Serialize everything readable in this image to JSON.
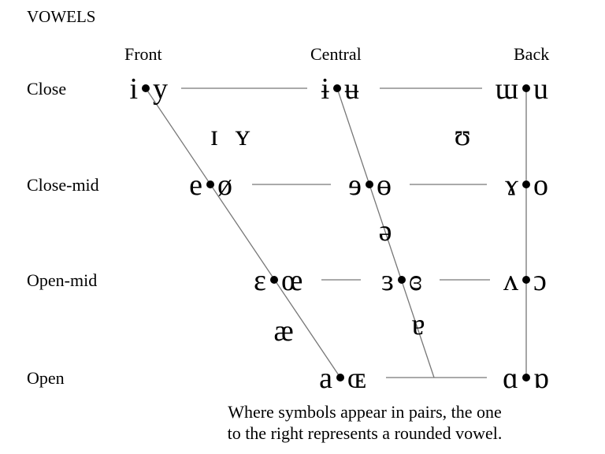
{
  "title": "VOWELS",
  "columns": {
    "front": "Front",
    "central": "Central",
    "back": "Back"
  },
  "rows": {
    "close": "Close",
    "close_mid": "Close-mid",
    "open_mid": "Open-mid",
    "open": "Open"
  },
  "symbols": {
    "close_front_unrounded": "i",
    "close_front_rounded": "y",
    "close_central_unrounded": "ɨ",
    "close_central_rounded": "ʉ",
    "close_back_unrounded": "ɯ",
    "close_back_rounded": "u",
    "near_close_front_unrounded": "ɪ",
    "near_close_front_rounded": "ʏ",
    "near_close_back_rounded": "ʊ",
    "close_mid_front_unrounded": "e",
    "close_mid_front_rounded": "ø",
    "close_mid_central_unrounded": "ɘ",
    "close_mid_central_rounded": "ɵ",
    "close_mid_back_unrounded": "ɤ",
    "close_mid_back_rounded": "o",
    "mid_central": "ə",
    "open_mid_front_unrounded": "ɛ",
    "open_mid_front_rounded": "œ",
    "open_mid_central_unrounded": "ɜ",
    "open_mid_central_rounded": "ɞ",
    "open_mid_back_unrounded": "ʌ",
    "open_mid_back_rounded": "ɔ",
    "near_open_front_unrounded": "æ",
    "near_open_central": "ɐ",
    "open_front_unrounded": "a",
    "open_front_rounded": "ɶ",
    "open_back_unrounded": "ɑ",
    "open_back_rounded": "ɒ"
  },
  "note": {
    "line1": "Where symbols appear in pairs, the one",
    "line2": "to the right represents a rounded vowel."
  }
}
